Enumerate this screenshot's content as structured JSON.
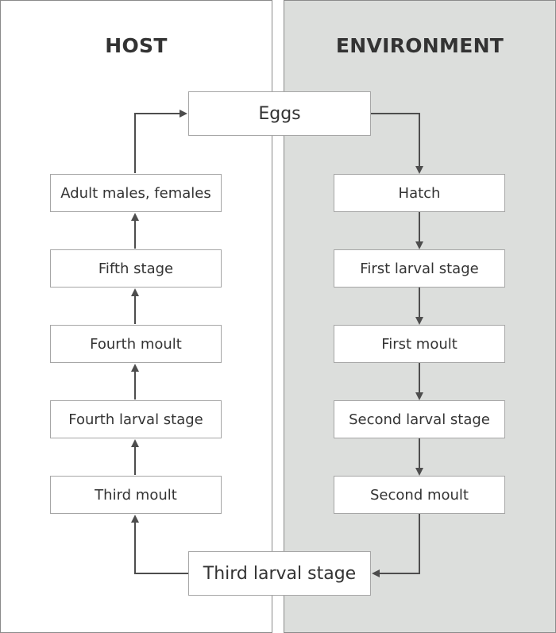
{
  "panels": {
    "host": {
      "title": "HOST"
    },
    "environment": {
      "title": "ENVIRONMENT"
    }
  },
  "shared": {
    "eggs": "Eggs",
    "third_larval_stage": "Third larval stage"
  },
  "host_stages": {
    "adult": "Adult males, females",
    "fifth_stage": "Fifth stage",
    "fourth_moult": "Fourth moult",
    "fourth_larval_stage": "Fourth larval stage",
    "third_moult": "Third moult"
  },
  "environment_stages": {
    "hatch": "Hatch",
    "first_larval_stage": "First larval stage",
    "first_moult": "First moult",
    "second_larval_stage": "Second larval stage",
    "second_moult": "Second moult"
  },
  "colors": {
    "arrow": "#4d4d4d",
    "environment_background": "#dcdedc",
    "panel_border": "#8a8a8a",
    "box_border": "#a6a6a6"
  }
}
